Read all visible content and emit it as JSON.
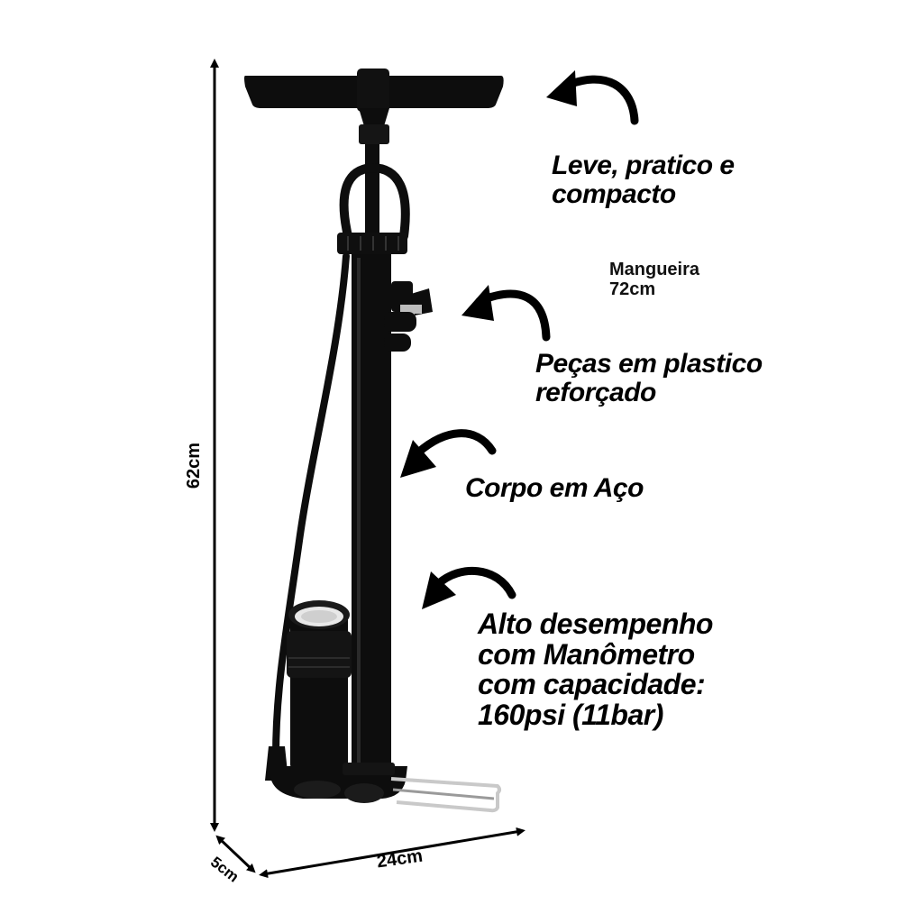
{
  "colors": {
    "background": "#ffffff",
    "ink": "#000000",
    "pump_body": "#0d0d0d",
    "chrome": "#c9c9c9",
    "gauge_face": "#e8e8e8"
  },
  "labels": {
    "feature_light": [
      "Leve, pratico e",
      "compacto"
    ],
    "hose_length": [
      "Mangueira",
      "72cm"
    ],
    "feature_plastic": [
      "Peças em plastico",
      "reforçado"
    ],
    "feature_body": [
      "Corpo em Aço"
    ],
    "feature_gauge": [
      "Alto desempenho",
      "com Manômetro",
      "com capacidade:",
      "160psi (11bar)"
    ]
  },
  "dimensions": {
    "height": "62cm",
    "width": "24cm",
    "depth": "5cm"
  },
  "icons": {
    "callout_arrow": "curved-arrow-left-icon",
    "dimension_arrow": "double-arrow-icon"
  }
}
